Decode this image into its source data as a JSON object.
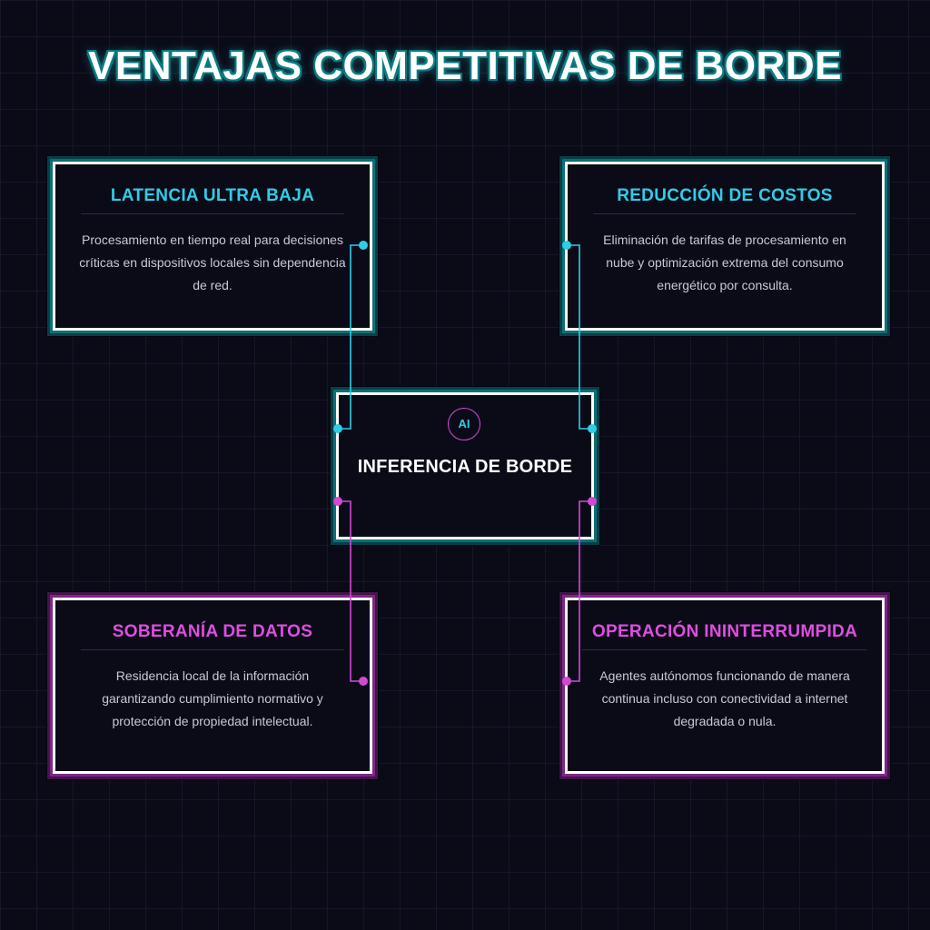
{
  "title": "VENTAJAS COMPETITIVAS DE BORDE",
  "center": {
    "icon_label": "AI",
    "icon": "ai-chip-icon",
    "label": "INFERENCIA DE BORDE"
  },
  "cards": {
    "top_left": {
      "title": "LATENCIA ULTRA BAJA",
      "body": "Procesamiento en tiempo real para decisiones críticas en dispositivos locales sin dependencia de red."
    },
    "top_right": {
      "title": "REDUCCIÓN DE COSTOS",
      "body": "Eliminación de tarifas de procesamiento en nube y optimización extrema del consumo energético por consulta."
    },
    "bottom_left": {
      "title": "SOBERANÍA DE DATOS",
      "body": "Residencia local de la información garantizando cumplimiento normativo y protección de propiedad intelectual."
    },
    "bottom_right": {
      "title": "OPERACIÓN ININTERRUMPIDA",
      "body": "Agentes autónomos funcionando de manera continua incluso con conectividad a internet degradada o nula."
    }
  },
  "colors": {
    "background": "#0b0b18",
    "cyan_accent": "#2fcde8",
    "magenta_accent": "#de4ee0",
    "border": "#ffffff",
    "body_text": "#c9c9d6"
  }
}
